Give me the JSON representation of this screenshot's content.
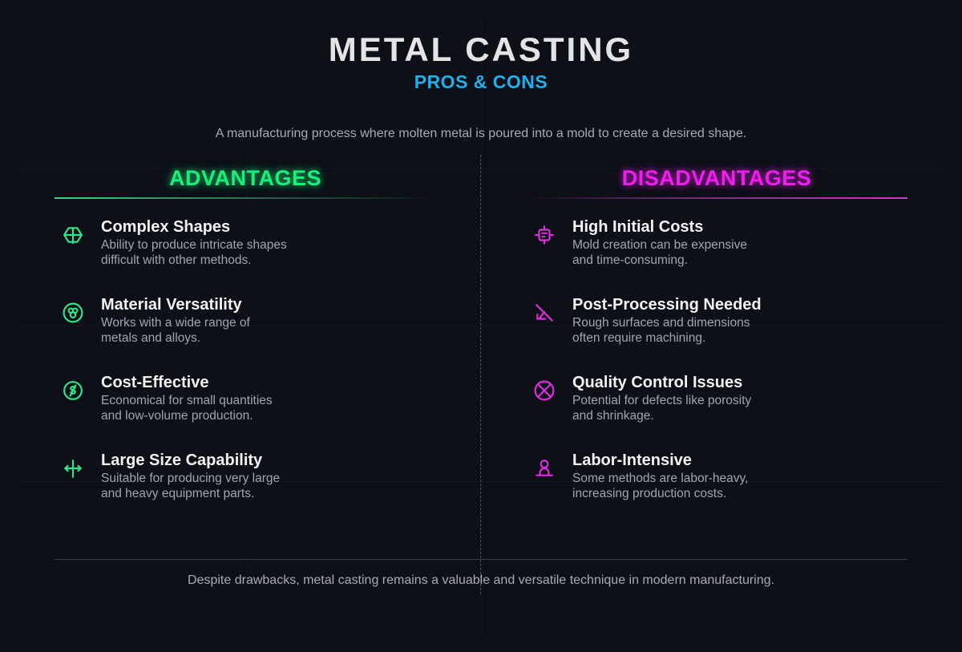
{
  "header": {
    "title": "METAL CASTING",
    "subtitle": "PROS & CONS",
    "intro": "A manufacturing process where molten metal is poured into a mold to create a desired shape."
  },
  "colors": {
    "background": "#0d1017",
    "advantages_accent": "#19ef7a",
    "disadvantages_accent": "#ee1fee",
    "subtitle": "#1fb0ee"
  },
  "advantages": {
    "heading": "ADVANTAGES",
    "items": [
      {
        "icon": "hexagon-crosshair-icon",
        "title": "Complex Shapes",
        "desc_line1": "Ability to produce intricate shapes",
        "desc_line2": "difficult with other methods."
      },
      {
        "icon": "circles-blend-icon",
        "title": "Material Versatility",
        "desc_line1": "Works with a wide range of",
        "desc_line2": "metals and alloys."
      },
      {
        "icon": "currency-off-icon",
        "title": "Cost-Effective",
        "desc_line1": "Economical for small quantities",
        "desc_line2": "and low-volume production."
      },
      {
        "icon": "arrows-split-icon",
        "title": "Large Size Capability",
        "desc_line1": "Suitable for producing very large",
        "desc_line2": "and heavy equipment parts."
      }
    ]
  },
  "disadvantages": {
    "heading": "DISADVANTAGES",
    "items": [
      {
        "icon": "target-document-icon",
        "title": "High Initial Costs",
        "desc_line1": "Mold creation can be expensive",
        "desc_line2": "and time-consuming."
      },
      {
        "icon": "angle-off-icon",
        "title": "Post-Processing Needed",
        "desc_line1": "Rough surfaces and dimensions",
        "desc_line2": "often require machining."
      },
      {
        "icon": "circle-x-icon",
        "title": "Quality Control Issues",
        "desc_line1": "Potential for defects like porosity",
        "desc_line2": "and shrinkage."
      },
      {
        "icon": "person-worker-icon",
        "title": "Labor-Intensive",
        "desc_line1": "Some methods are labor-heavy,",
        "desc_line2": "increasing production costs."
      }
    ]
  },
  "footer": {
    "text": "Despite drawbacks, metal casting remains a valuable and versatile technique in modern manufacturing."
  }
}
